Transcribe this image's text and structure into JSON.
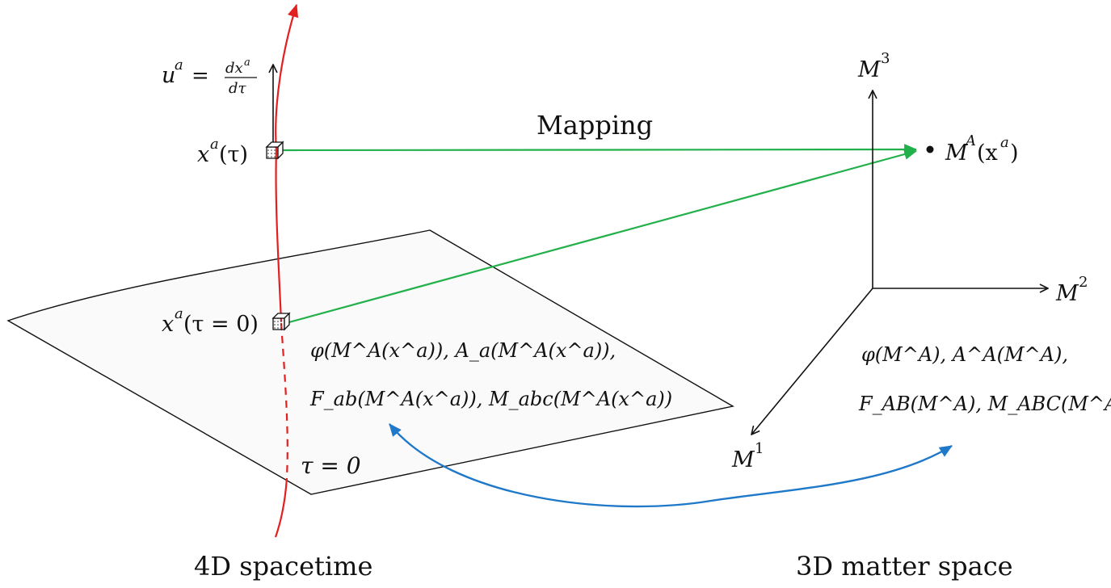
{
  "labels": {
    "mapping": "Mapping",
    "spacetime": "4D spacetime",
    "matter_space": "3D matter space",
    "tau_zero": "τ = 0"
  },
  "math": {
    "four_velocity": {
      "lhs": "u",
      "sup": "a",
      "eq": "=",
      "num": "dx",
      "num_sup": "a",
      "den": "dτ"
    },
    "event": {
      "base": "x",
      "sup": "a",
      "arg": "(τ)"
    },
    "event_initial": {
      "base": "x",
      "sup": "a",
      "arg": "(τ = 0)"
    },
    "matter_point": {
      "base": "M",
      "sup": "A",
      "arg": "(x",
      "arg_sup": "a",
      "close": ")"
    },
    "axis_m1": {
      "base": "M",
      "sup": "1"
    },
    "axis_m2": {
      "base": "M",
      "sup": "2"
    },
    "axis_m3": {
      "base": "M",
      "sup": "3"
    },
    "spacetime_fields_line1": "φ(M^A(x^a)), A_a(M^A(x^a)),",
    "spacetime_fields_line2": "F_ab(M^A(x^a)), M_abc(M^A(x^a))",
    "matter_fields_line1": "φ(M^A), A^A(M^A),",
    "matter_fields_line2": "F_AB(M^A), M_ABC(M^A)"
  },
  "colors": {
    "worldline": "#e32020",
    "mapping_arrow": "#22b04b",
    "correspondence_arrow": "#1f78c8",
    "ink": "#111111"
  }
}
